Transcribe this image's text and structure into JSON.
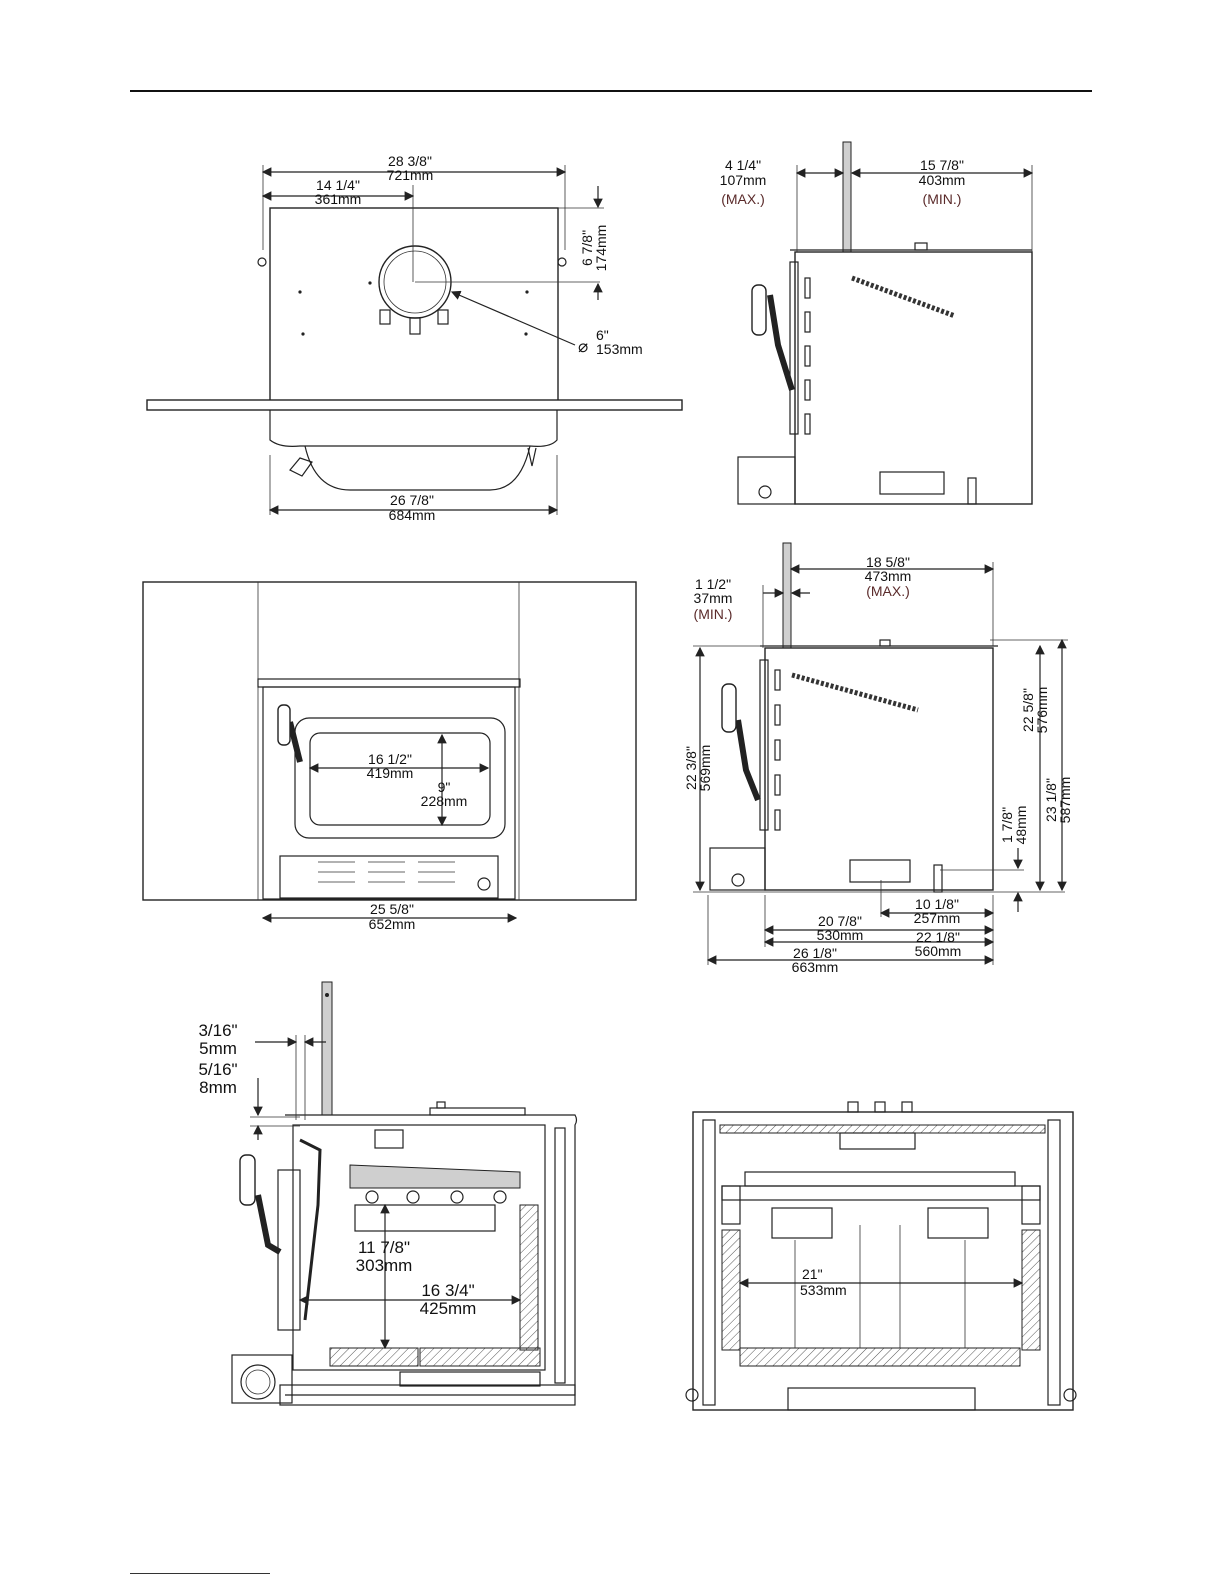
{
  "views": {
    "top": {
      "overall_width": {
        "in": "28  3/8\"",
        "mm": "721mm"
      },
      "center_offset": {
        "in": "14  1/4\"",
        "mm": "361mm"
      },
      "flue_depth": {
        "in": "6  7/8\"",
        "mm": "174mm"
      },
      "flue_diameter": {
        "in": "6\"",
        "mm": "153mm"
      },
      "base_width": {
        "in": "26  7/8\"",
        "mm": "684mm"
      }
    },
    "side_upper": {
      "left": {
        "in": "4  1/4\"",
        "mm": "107mm",
        "note": "(MAX.)"
      },
      "right": {
        "in": "15  7/8\"",
        "mm": "403mm",
        "note": "(MIN.)"
      }
    },
    "front": {
      "glass_width": {
        "in": "16  1/2\"",
        "mm": "419mm"
      },
      "glass_height": {
        "in": "9\"",
        "mm": "228mm"
      },
      "body_width": {
        "in": "25  5/8\"",
        "mm": "652mm"
      }
    },
    "side_dims": {
      "max_depth": {
        "in": "18  5/8\"",
        "mm": "473mm",
        "note": "(MAX.)"
      },
      "min_proj": {
        "in": "1  1/2\"",
        "mm": "37mm",
        "note": "(MIN.)"
      },
      "height_left": {
        "in": "22  3/8\"",
        "mm": "569mm"
      },
      "height_right": {
        "in": "22  5/8\"",
        "mm": "576mm"
      },
      "height_total": {
        "in": "23  1/8\"",
        "mm": "587mm"
      },
      "leg": {
        "in": "1  7/8\"",
        "mm": "48mm"
      },
      "d1": {
        "in": "10  1/8\"",
        "mm": "257mm"
      },
      "d2": {
        "in": "20  7/8\"",
        "mm": "530mm"
      },
      "d3": {
        "in": "22  1/8\"",
        "mm": "560mm"
      },
      "d4": {
        "in": "26  1/8\"",
        "mm": "663mm"
      }
    },
    "section": {
      "gap_a": {
        "in": "3/16\"",
        "mm": "5mm"
      },
      "gap_b": {
        "in": "5/16\"",
        "mm": "8mm"
      },
      "firebox_height": {
        "in": "11  7/8\"",
        "mm": "303mm"
      },
      "firebox_depth": {
        "in": "16  3/4\"",
        "mm": "425mm"
      }
    },
    "rear_section": {
      "firebox_width": {
        "in": "21\"",
        "mm": "533mm"
      }
    }
  }
}
